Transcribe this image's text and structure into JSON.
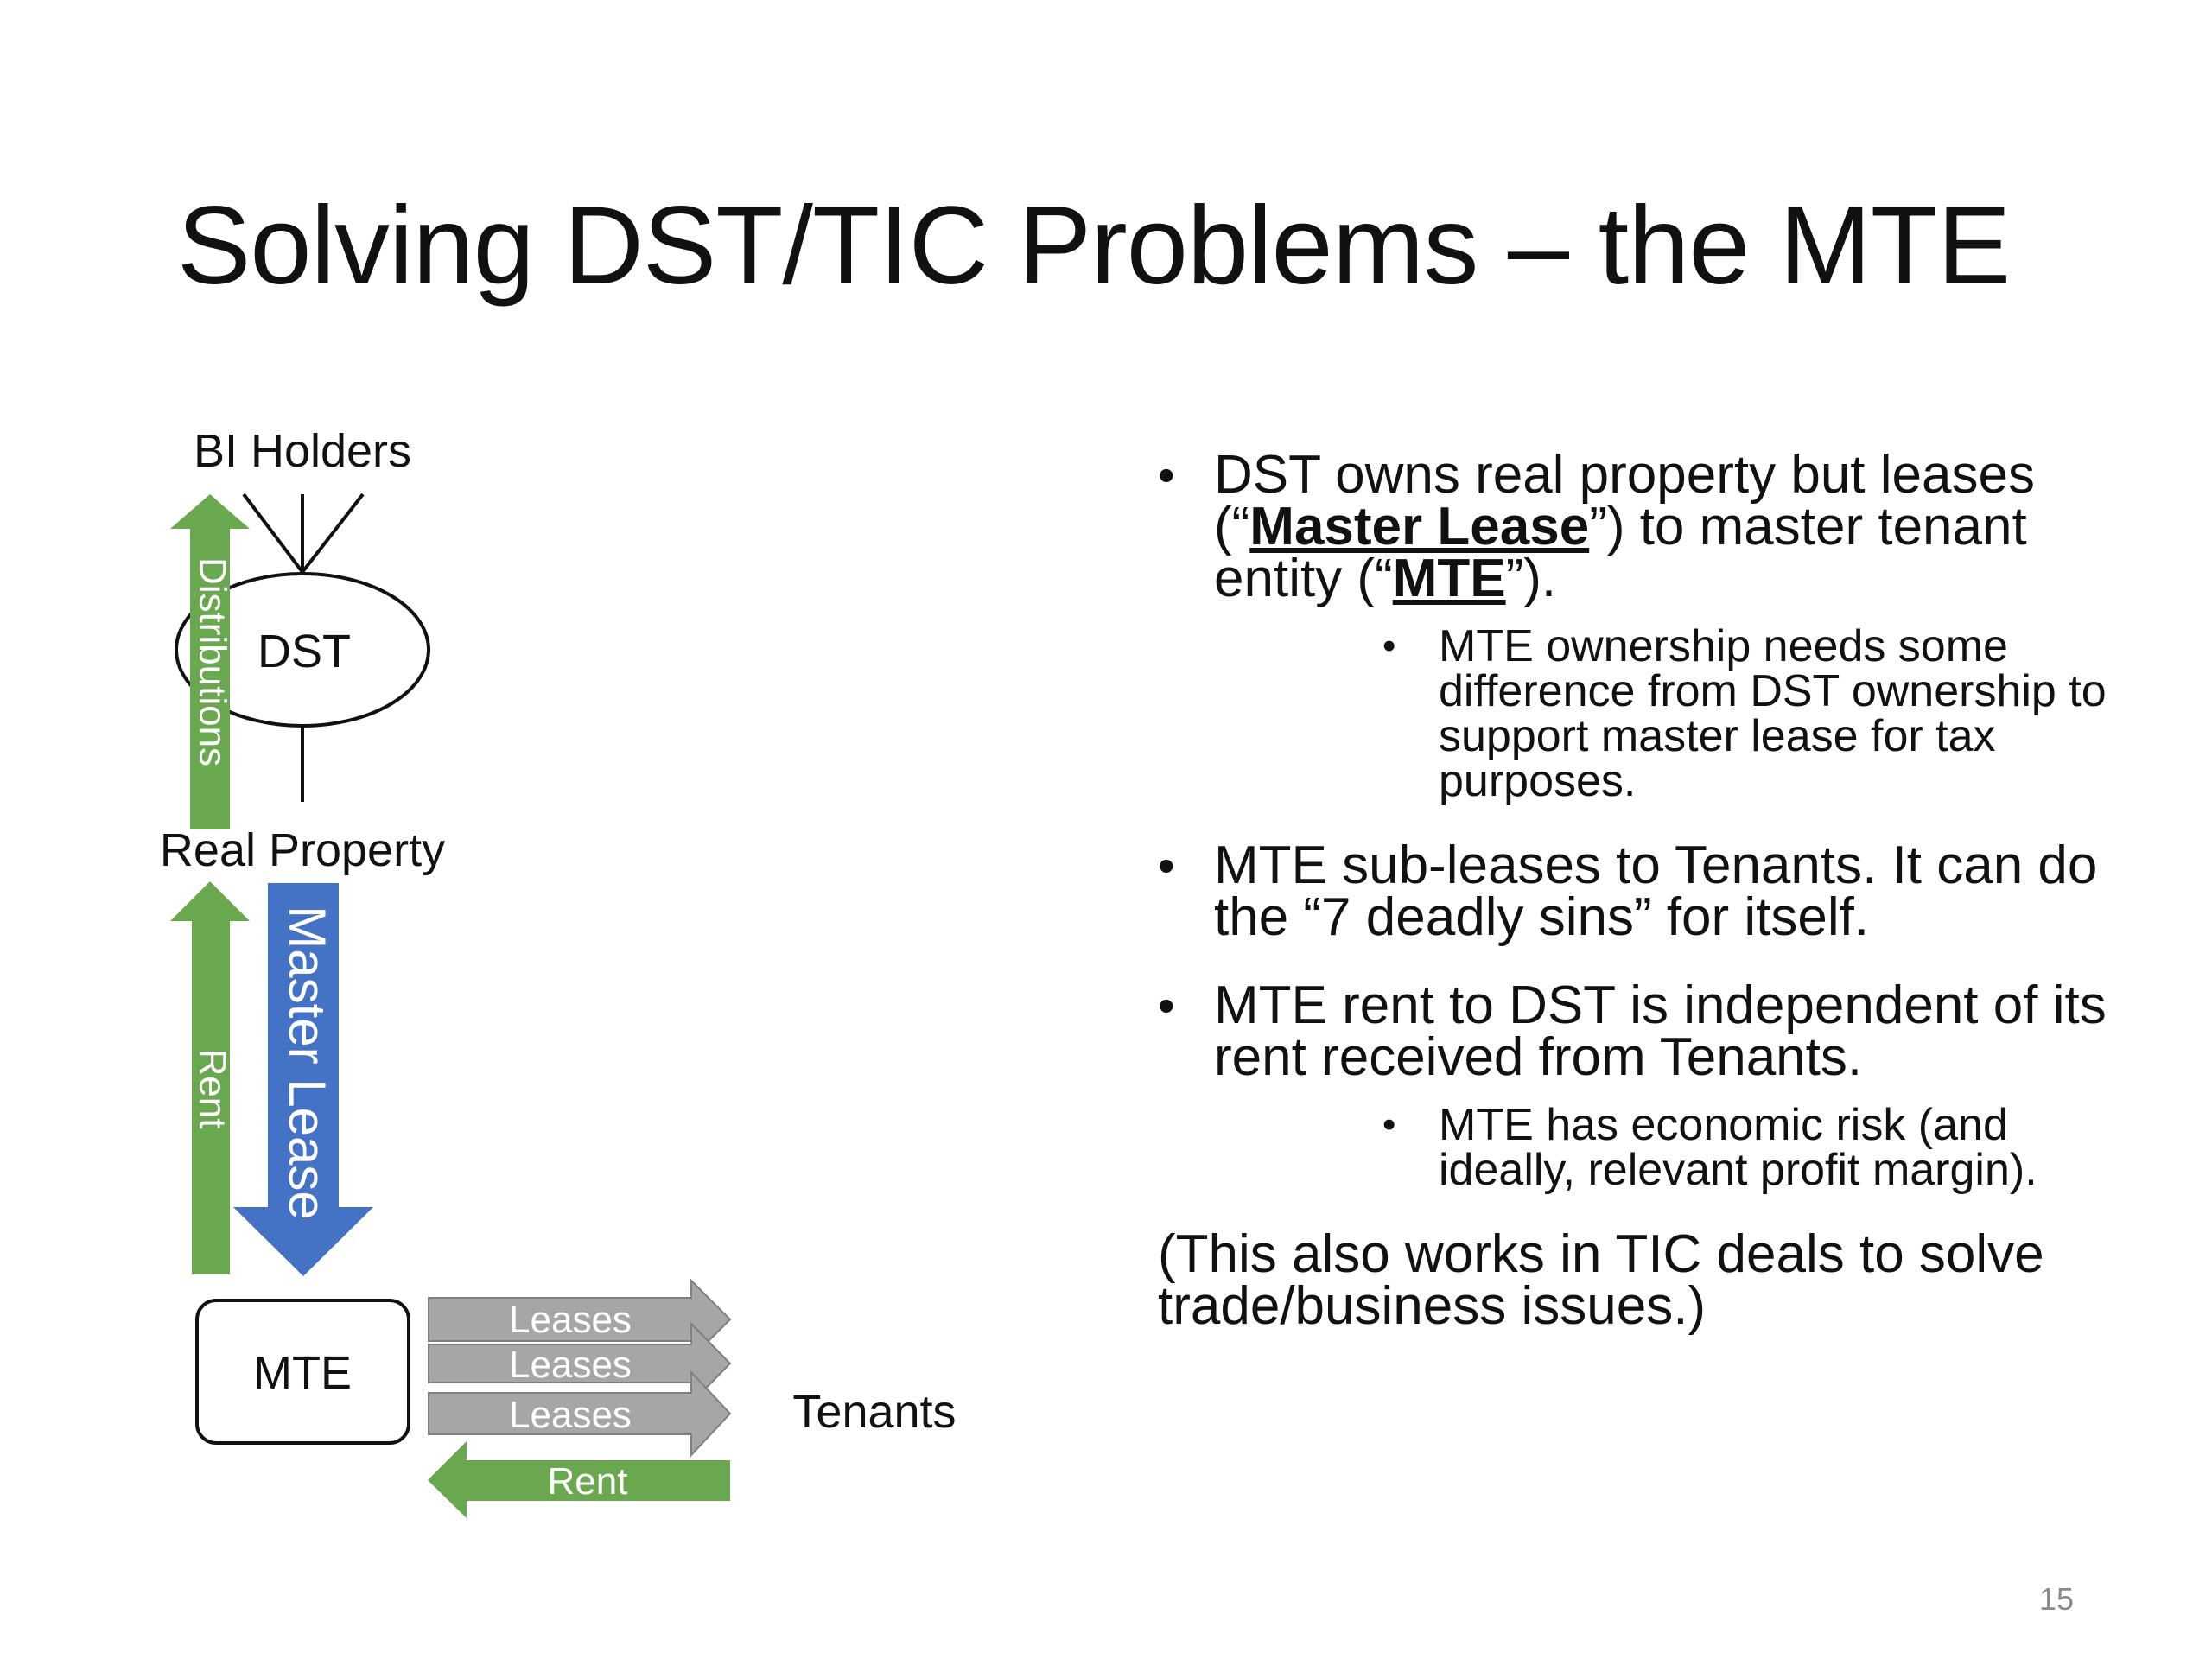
{
  "slide": {
    "title": "Solving DST/TIC Problems – the MTE",
    "page_number": "15"
  },
  "diagram": {
    "bi_holders": "BI Holders",
    "dst": "DST",
    "distributions": "Distributions",
    "real_property": "Real Property",
    "rent_up": "Rent",
    "master_lease": "Master Lease",
    "mte": "MTE",
    "leases": [
      "Leases",
      "Leases",
      "Leases"
    ],
    "tenants": "Tenants",
    "rent_back": "Rent",
    "colors": {
      "green": "#6aa84f",
      "blue": "#4472c4",
      "gray": "#a6a6a6"
    }
  },
  "bullets": {
    "b1_a": "DST owns real property but leases (“",
    "b1_master_lease": "Master Lease",
    "b1_b": "”) to master tenant entity (“",
    "b1_mte": "MTE",
    "b1_c": "”).",
    "b1_sub": "MTE ownership needs some difference from DST ownership to support master lease for tax purposes.",
    "b2": "MTE sub-leases to Tenants.  It can do the “7 deadly sins” for itself.",
    "b3": "MTE rent to DST is independent of its rent received from Tenants.",
    "b3_sub": "MTE has economic risk (and ideally, relevant profit margin).",
    "note": "(This also works in TIC deals to solve trade/business issues.)"
  }
}
